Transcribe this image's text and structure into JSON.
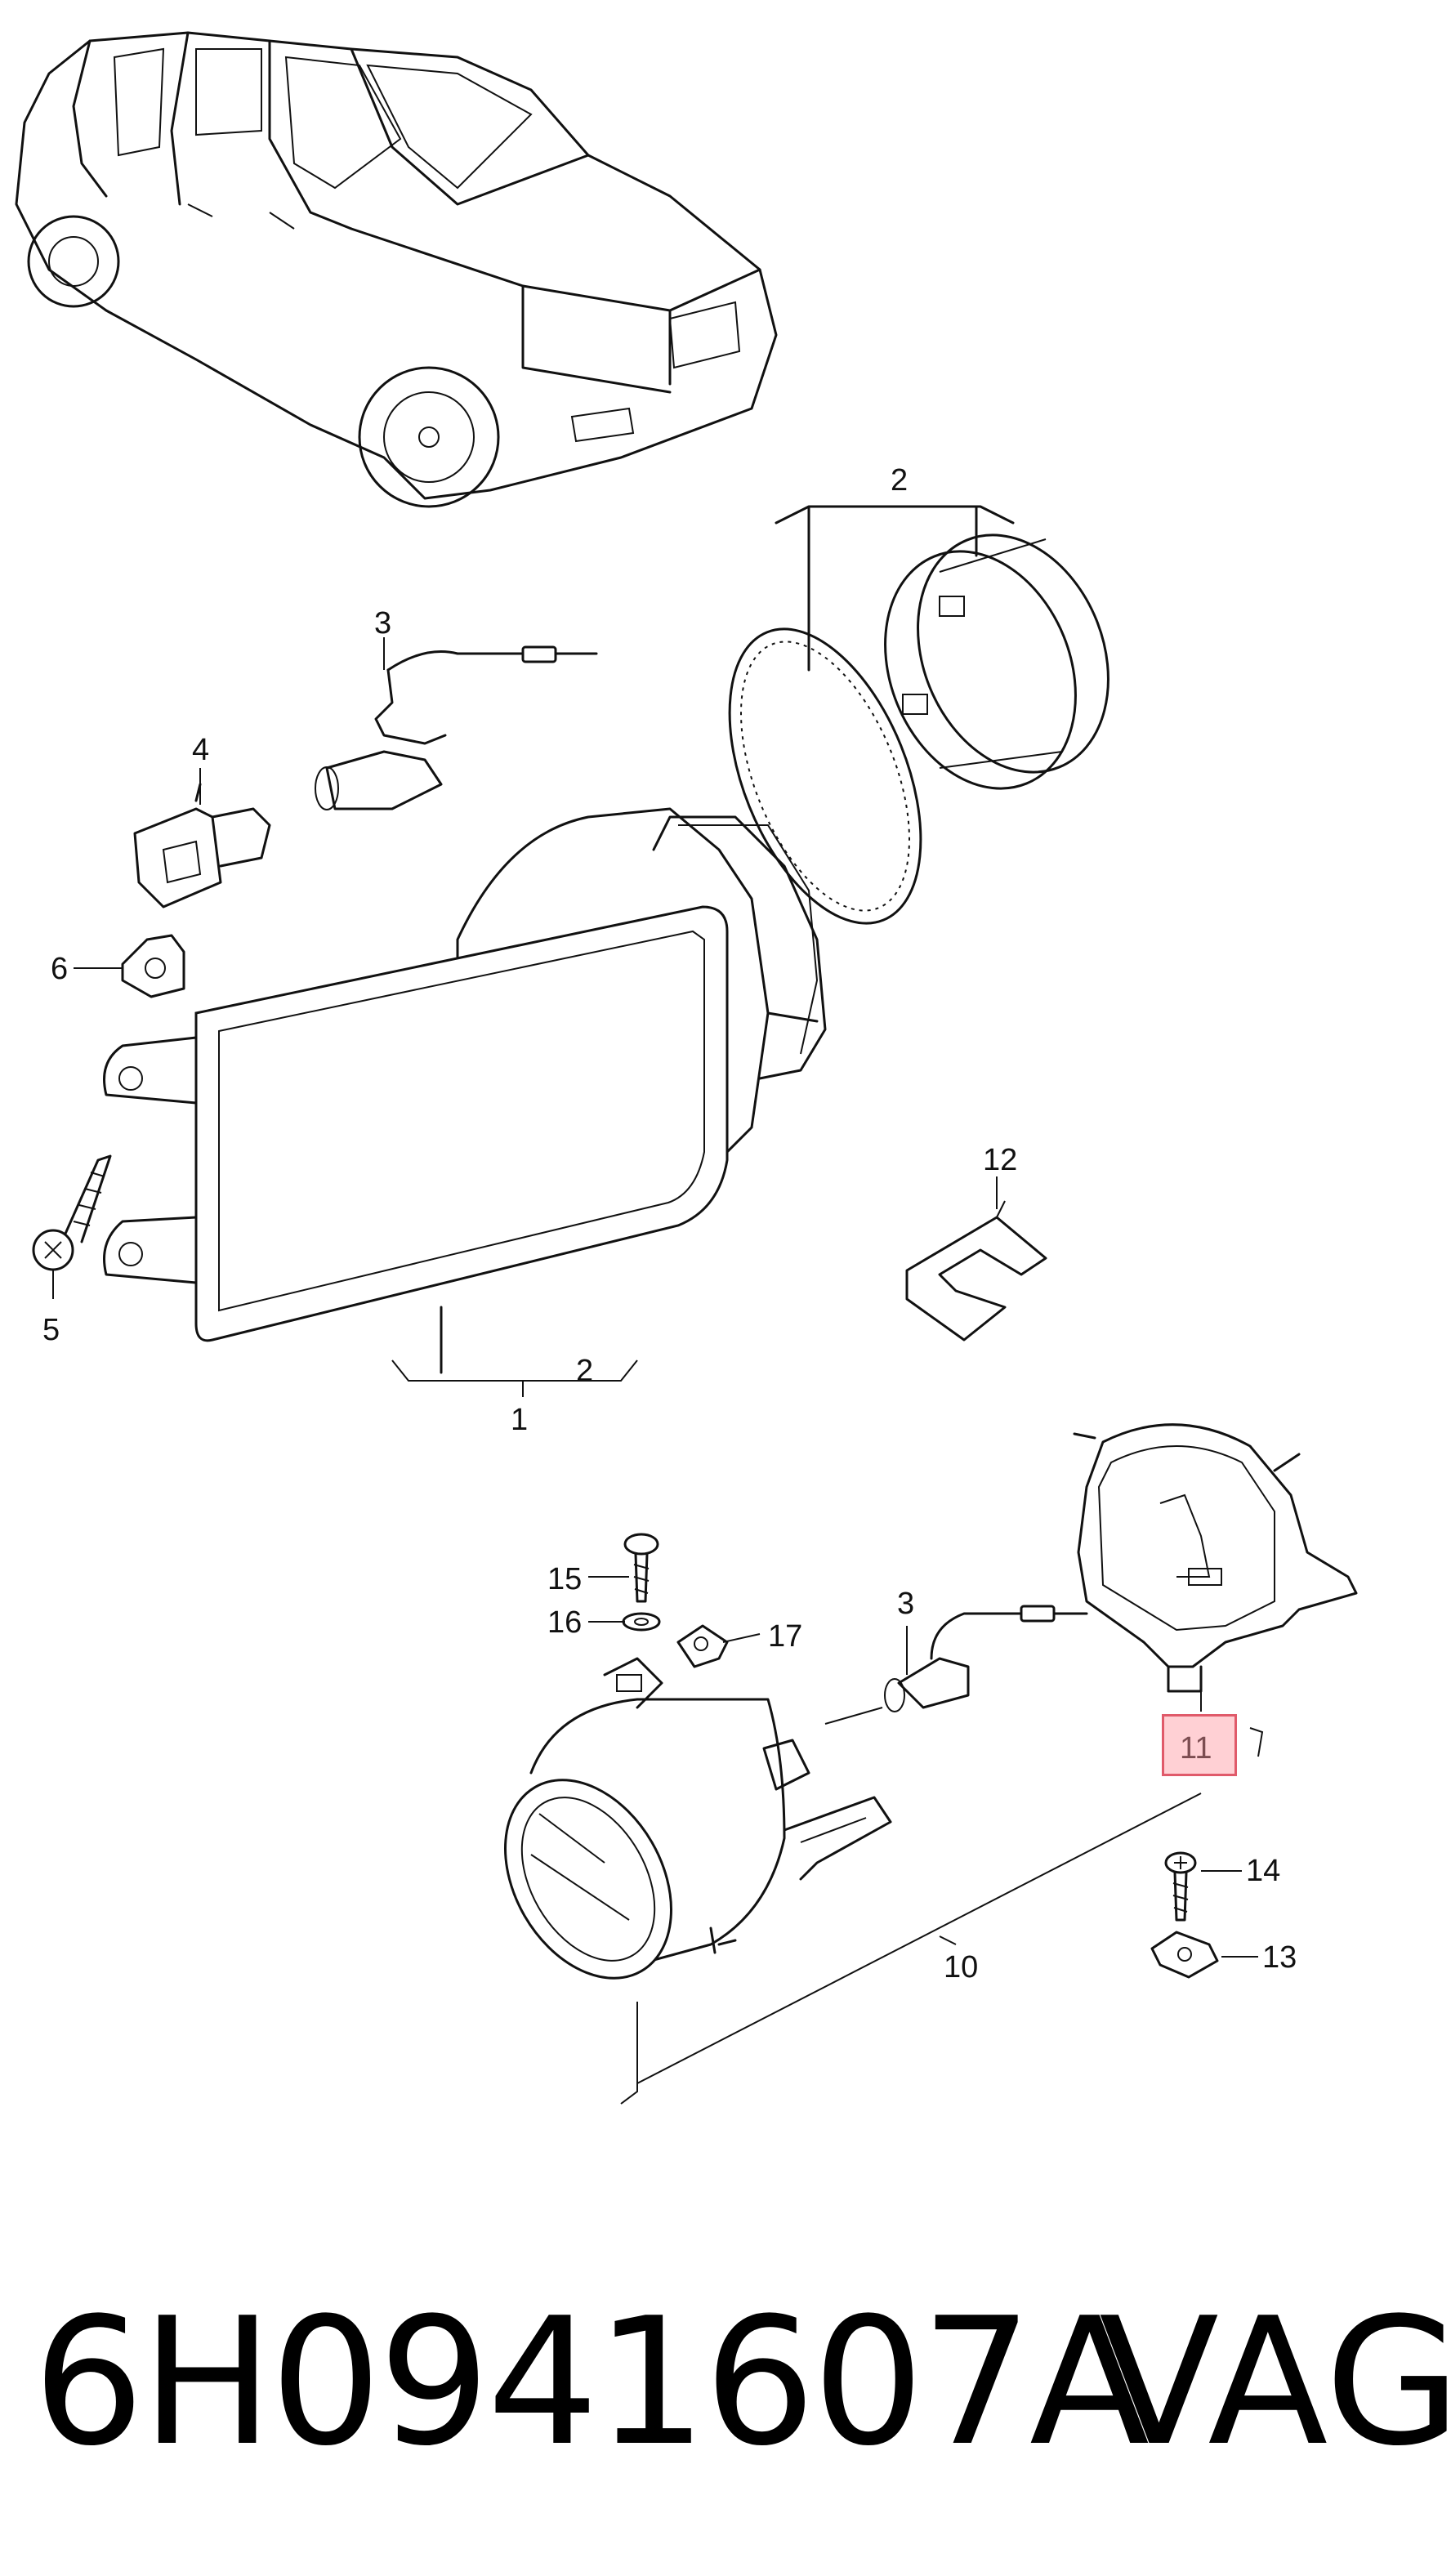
{
  "caption": {
    "part_number": "6H0941607A",
    "brand": "VAG"
  },
  "callouts": [
    {
      "id": "c2a",
      "label": "2"
    },
    {
      "id": "c3a",
      "label": "3"
    },
    {
      "id": "c4",
      "label": "4"
    },
    {
      "id": "c6",
      "label": "6"
    },
    {
      "id": "c5",
      "label": "5"
    },
    {
      "id": "c12",
      "label": "12"
    },
    {
      "id": "c2b",
      "label": "2"
    },
    {
      "id": "c1",
      "label": "1"
    },
    {
      "id": "c15",
      "label": "15"
    },
    {
      "id": "c16",
      "label": "16"
    },
    {
      "id": "c17",
      "label": "17"
    },
    {
      "id": "c3b",
      "label": "3"
    },
    {
      "id": "c11",
      "label": "11"
    },
    {
      "id": "c14",
      "label": "14"
    },
    {
      "id": "c13",
      "label": "13"
    },
    {
      "id": "c10",
      "label": "10"
    }
  ],
  "highlight": {
    "callout": "11",
    "color": "#e05a6a"
  }
}
